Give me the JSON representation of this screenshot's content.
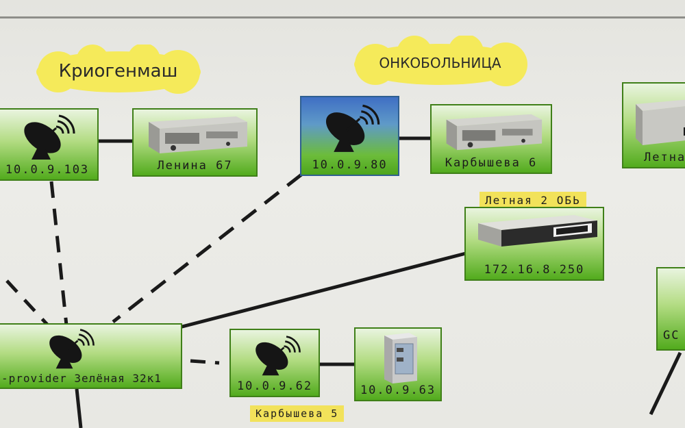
{
  "clouds": {
    "kriogenmash": "Криогенмаш",
    "onkobolnitsa": "ОНКОБОЛЬНИЦА"
  },
  "nodes": {
    "n_10_0_9_103": "10.0.9.103",
    "lenina_67": "Ленина 67",
    "n_10_0_9_80": "10.0.9.80",
    "karbysheva_6": "Карбышева 6",
    "letna_right": "Летна",
    "n_172_16_8_250": "172.16.8.250",
    "provider": "-provider Зелёная 32к1",
    "n_10_0_9_62": "10.0.9.62",
    "n_10_0_9_63": "10.0.9.63",
    "gc_right": "GC"
  },
  "tags": {
    "letnaya_2_obsh": "Летная 2 ОБЬ",
    "karbysheva_5": "Карбышева 5"
  },
  "icons": {
    "antenna": "satellite-dish-icon",
    "router": "router-device-icon",
    "switch": "network-switch-icon",
    "cabinet": "server-cabinet-icon"
  },
  "colors": {
    "node_green": "#52ab1d",
    "node_blue": "#3f6fc4",
    "cloud_yellow": "#f5ea5a",
    "tag_yellow": "#f2e25a",
    "link": "#1a1a1a"
  }
}
